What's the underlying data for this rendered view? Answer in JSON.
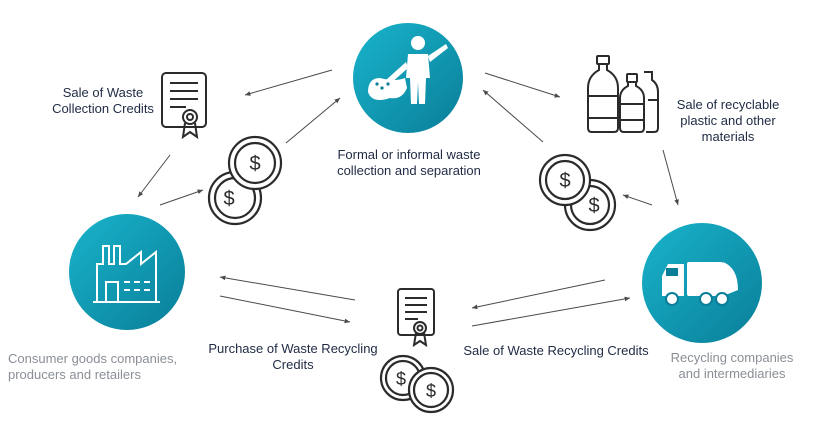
{
  "colors": {
    "circle_dark": "#0a7e98",
    "circle_light": "#19b4cc",
    "icon_stroke": "#2b2b2b",
    "arrow": "#4a4a4a",
    "text_dark": "#1f2a44",
    "text_grey": "#8a8f96"
  },
  "nodes": {
    "collectors": {
      "label": "Formal or informal waste collection and separation",
      "icon": "person-with-sack-icon"
    },
    "consumer_goods": {
      "label": "Consumer goods companies, producers and retailers",
      "icon": "factory-icon"
    },
    "recyclers": {
      "label": "Recycling companies and intermediaries",
      "icon": "garbage-truck-icon"
    }
  },
  "flows": {
    "sale_collection_credits": {
      "label": "Sale of Waste Collection Credits",
      "icon": "certificate-icon"
    },
    "sale_recyclable": {
      "label": "Sale of recyclable plastic and other materials",
      "icon": "plastic-bottles-icon"
    },
    "purchase_recycling_credits": {
      "label": "Purchase of Waste Recycling Credits"
    },
    "sale_recycling_credits": {
      "label": "Sale of Waste Recycling Credits"
    }
  },
  "money_icons": [
    "coins-icon",
    "coins-icon",
    "coins-icon"
  ],
  "center_certificate_icon": "certificate-icon"
}
